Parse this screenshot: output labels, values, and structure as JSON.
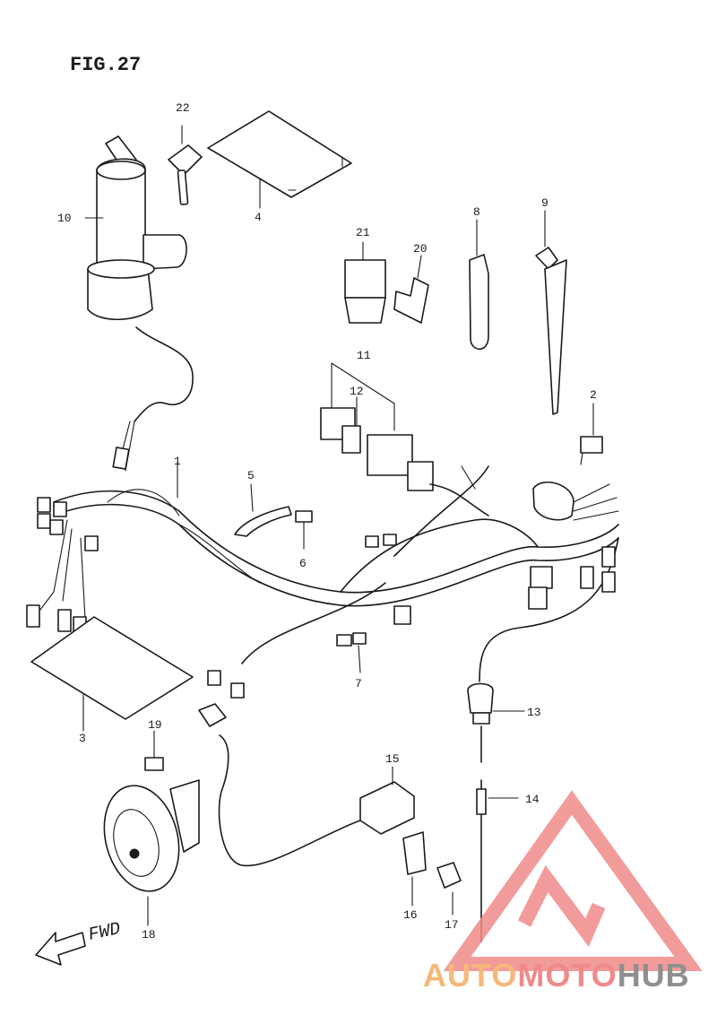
{
  "figure": {
    "title": "FIG.27",
    "direction_label": "FWD"
  },
  "callouts": {
    "c1": "1",
    "c2": "2",
    "c3": "3",
    "c4": "4",
    "c5": "5",
    "c6": "6",
    "c7": "7",
    "c8": "8",
    "c9": "9",
    "c10": "10",
    "c11": "11",
    "c12": "12",
    "c13": "13",
    "c14": "14",
    "c15": "15",
    "c16": "16",
    "c17": "17",
    "c18": "18",
    "c19": "19",
    "c20": "20",
    "c21": "21",
    "c22": "22"
  },
  "watermark": {
    "part1": "AUTO",
    "part2": "MOTO",
    "part3": "HUB",
    "colors": {
      "orange": "#f5b87a",
      "red": "#f08a8a",
      "gray": "#8f8f8f"
    }
  }
}
